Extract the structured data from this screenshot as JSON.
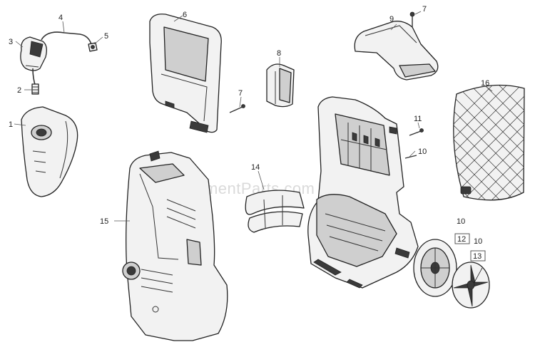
{
  "watermark": "eReplacementParts.com",
  "callouts": {
    "c1": "1",
    "c2": "2",
    "c3": "3",
    "c4": "4",
    "c5": "5",
    "c6": "6",
    "c7a": "7",
    "c7b": "7",
    "c8": "8",
    "c9": "9",
    "c10a": "10",
    "c10b": "10",
    "c10c": "10",
    "c11": "11",
    "c12": "12",
    "c13": "13",
    "c14": "14",
    "c15": "15",
    "c16": "16"
  }
}
